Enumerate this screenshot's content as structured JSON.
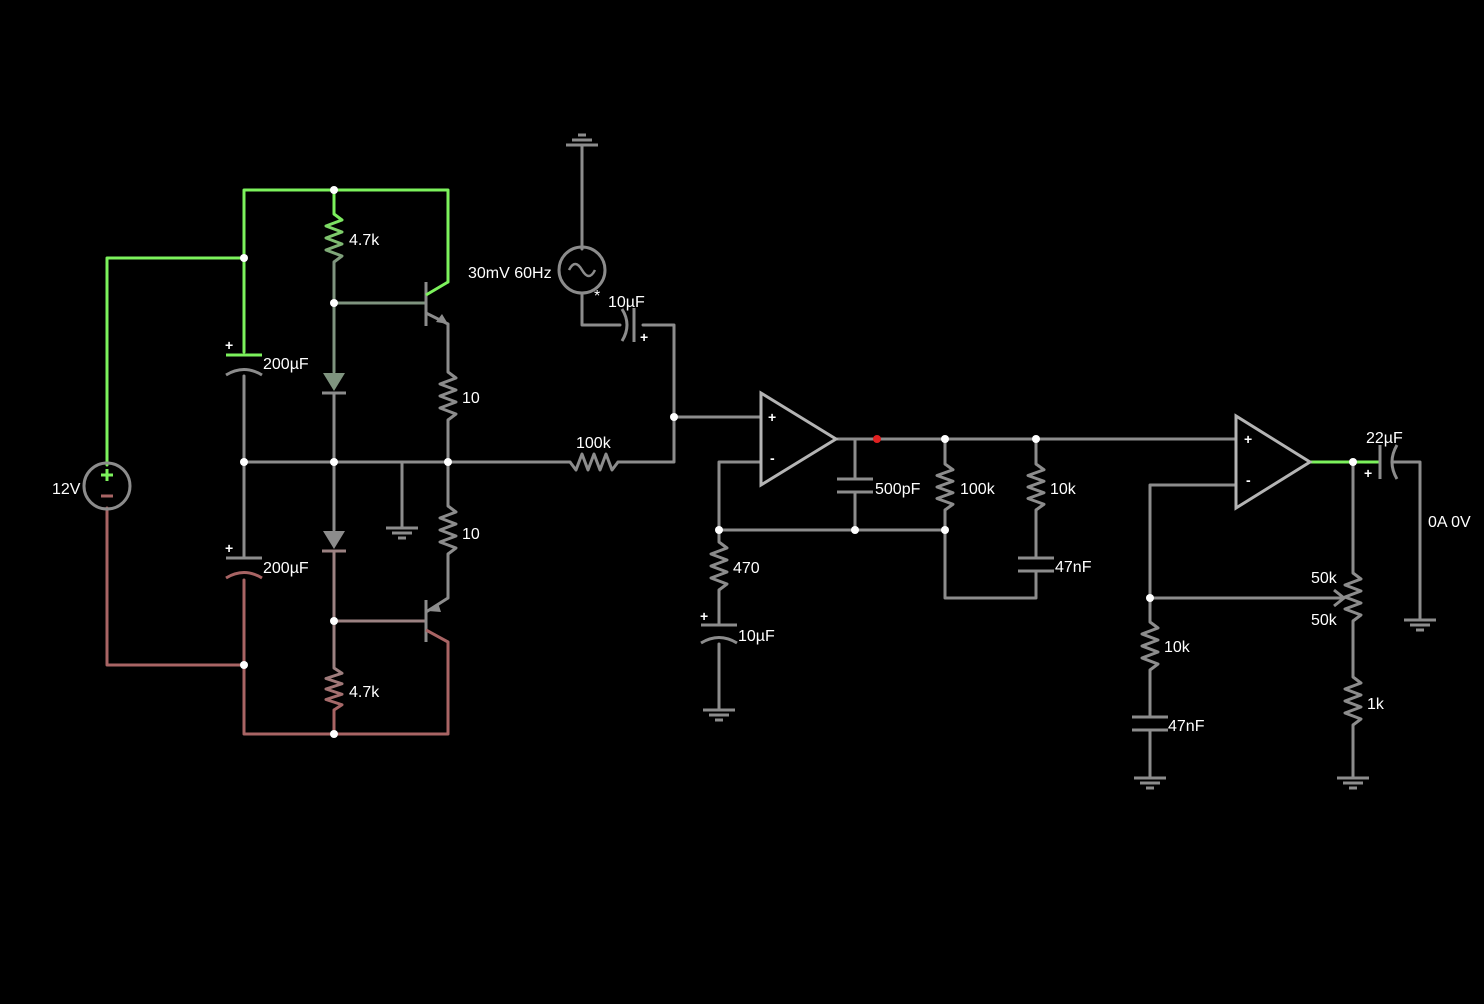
{
  "colors": {
    "background": "#000000",
    "wire_neutral": "#8c8c8c",
    "wire_positive": "#7cf25c",
    "wire_negative": "#a86464",
    "wire_bias_top": "#7f947f",
    "wire_bias_bottom": "#9c8282",
    "text": "#ffffff",
    "node": "#ffffff",
    "node_alert": "#e02020"
  },
  "labels": {
    "supply_voltage": "12V",
    "cap_top": "200µF",
    "cap_bottom": "200µF",
    "res_bias_top": "4.7k",
    "res_bias_bottom": "4.7k",
    "res_emitter_top": "10",
    "res_emitter_bottom": "10",
    "signal_source": "30mV 60Hz",
    "signal_star": "*",
    "cap_input": "10µF",
    "res_feed": "100k",
    "res_gain": "470",
    "cap_gain": "10µF",
    "cap_comp": "500pF",
    "res_fb1": "100k",
    "res_fb2": "10k",
    "cap_fb": "47nF",
    "res_in2": "10k",
    "cap_in2": "47nF",
    "cap_out": "22µF",
    "output_reading": "0A 0V",
    "pot_top": "50k",
    "pot_bottom": "50k",
    "res_bottom": "1k",
    "plus": "+",
    "minus": "-"
  }
}
